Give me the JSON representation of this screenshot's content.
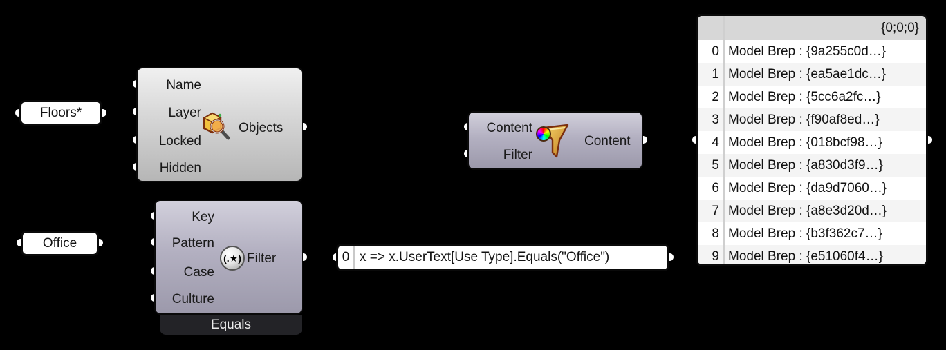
{
  "app": {
    "name": "Grasshopper node canvas"
  },
  "colors": {
    "background": "#000000",
    "component_gray": "#c9c9c9",
    "component_lavender": "#b3b0c1",
    "tab_bg": "#232327",
    "panel_bg": "#ffffff",
    "header_bg": "#d7d7d7",
    "row_alt": "#f4f4f4",
    "icon_gold": "#f2c13d",
    "icon_outline": "#7a2e0e"
  },
  "floors_panel": {
    "text": "Floors*"
  },
  "office_panel": {
    "text": "Office"
  },
  "query": {
    "inputs": [
      "Name",
      "Layer",
      "Locked",
      "Hidden"
    ],
    "output": "Objects",
    "icon": "model-object-query-icon"
  },
  "equals": {
    "inputs": [
      "Key",
      "Pattern",
      "Case",
      "Culture"
    ],
    "output": "Filter",
    "tab": "Equals",
    "icon": "regex-match-icon"
  },
  "lambda_panel": {
    "index": "0",
    "expression": "x => x.UserText[Use Type].Equals(\"Office\")"
  },
  "content_filter": {
    "inputs": [
      "Content",
      "Filter"
    ],
    "output": "Content",
    "icon": "content-filter-icon"
  },
  "result_panel": {
    "header": "{0;0;0}",
    "rows": [
      {
        "index": "0",
        "value": "Model Brep : {9a255c0d…}"
      },
      {
        "index": "1",
        "value": "Model Brep : {ea5ae1dc…}"
      },
      {
        "index": "2",
        "value": "Model Brep : {5cc6a2fc…}"
      },
      {
        "index": "3",
        "value": "Model Brep : {f90af8ed…}"
      },
      {
        "index": "4",
        "value": "Model Brep : {018bcf98…}"
      },
      {
        "index": "5",
        "value": "Model Brep : {a830d3f9…}"
      },
      {
        "index": "6",
        "value": "Model Brep : {da9d7060…}"
      },
      {
        "index": "7",
        "value": "Model Brep : {a8e3d20d…}"
      },
      {
        "index": "8",
        "value": "Model Brep : {b3f362c7…}"
      },
      {
        "index": "9",
        "value": "Model Brep : {e51060f4…}"
      }
    ]
  }
}
